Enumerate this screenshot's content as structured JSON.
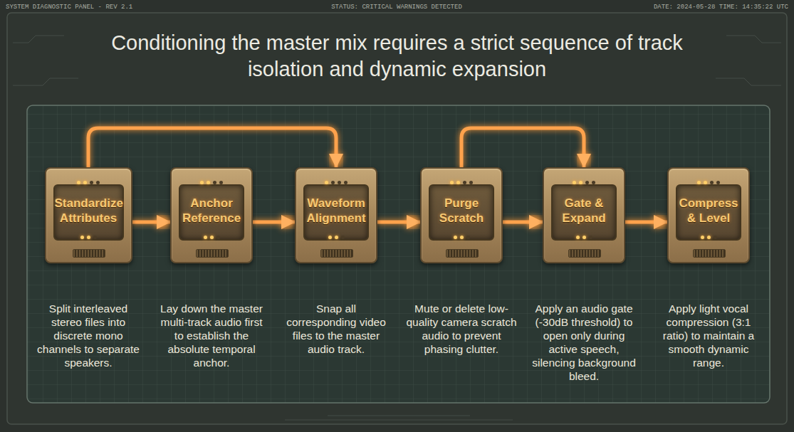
{
  "diagram": {
    "title": "Conditioning the master mix requires a strict sequence of track isolation and dynamic expansion",
    "nodes": [
      {
        "text": [
          "Standardize Attributes",
          "Split interleaved stereo files into discrete mono channels to separate speakers."
        ]
      },
      {
        "text": [
          "Anchor Reference",
          "Lay down the master multi-track audio first to establish the absolute temporal anchor."
        ]
      },
      {
        "text": [
          "Waveform Alignment",
          "Snap all corresponding video files to the master audio track."
        ]
      },
      {
        "text": [
          "Purge Scratch",
          "Mute or delete low-quality camera scratch audio to prevent phasing clutter."
        ]
      },
      {
        "text": [
          "Gate & Expand",
          "Apply an audio gate (-30dB threshold) to open only during active speech, silencing background bleed."
        ]
      },
      {
        "text": [
          "Compress & Level",
          "Apply light vocal compression (3:1 ratio) to maintain a smooth dynamic range."
        ]
      }
    ],
    "edges": [
      {
        "from": 0,
        "to": 1,
        "arrow": "to"
      },
      {
        "from": 1,
        "to": 2,
        "arrow": "to"
      },
      {
        "from": 2,
        "to": 3,
        "arrow": "to"
      },
      {
        "from": 3,
        "to": 4,
        "arrow": "to"
      },
      {
        "from": 4,
        "to": 5,
        "arrow": "to"
      },
      {
        "from": 0,
        "to": 2,
        "arrow": "to"
      },
      {
        "from": 3,
        "to": 4,
        "arrow": "to"
      }
    ],
    "labels": [
      "SYSTEM DIAGNOSTIC PANEL - REV 2.1",
      "STATUS: CRITICAL WARNINGS DETECTED",
      "DATE: 2024-05-28 TIME: 14:35:22 UTC"
    ]
  }
}
